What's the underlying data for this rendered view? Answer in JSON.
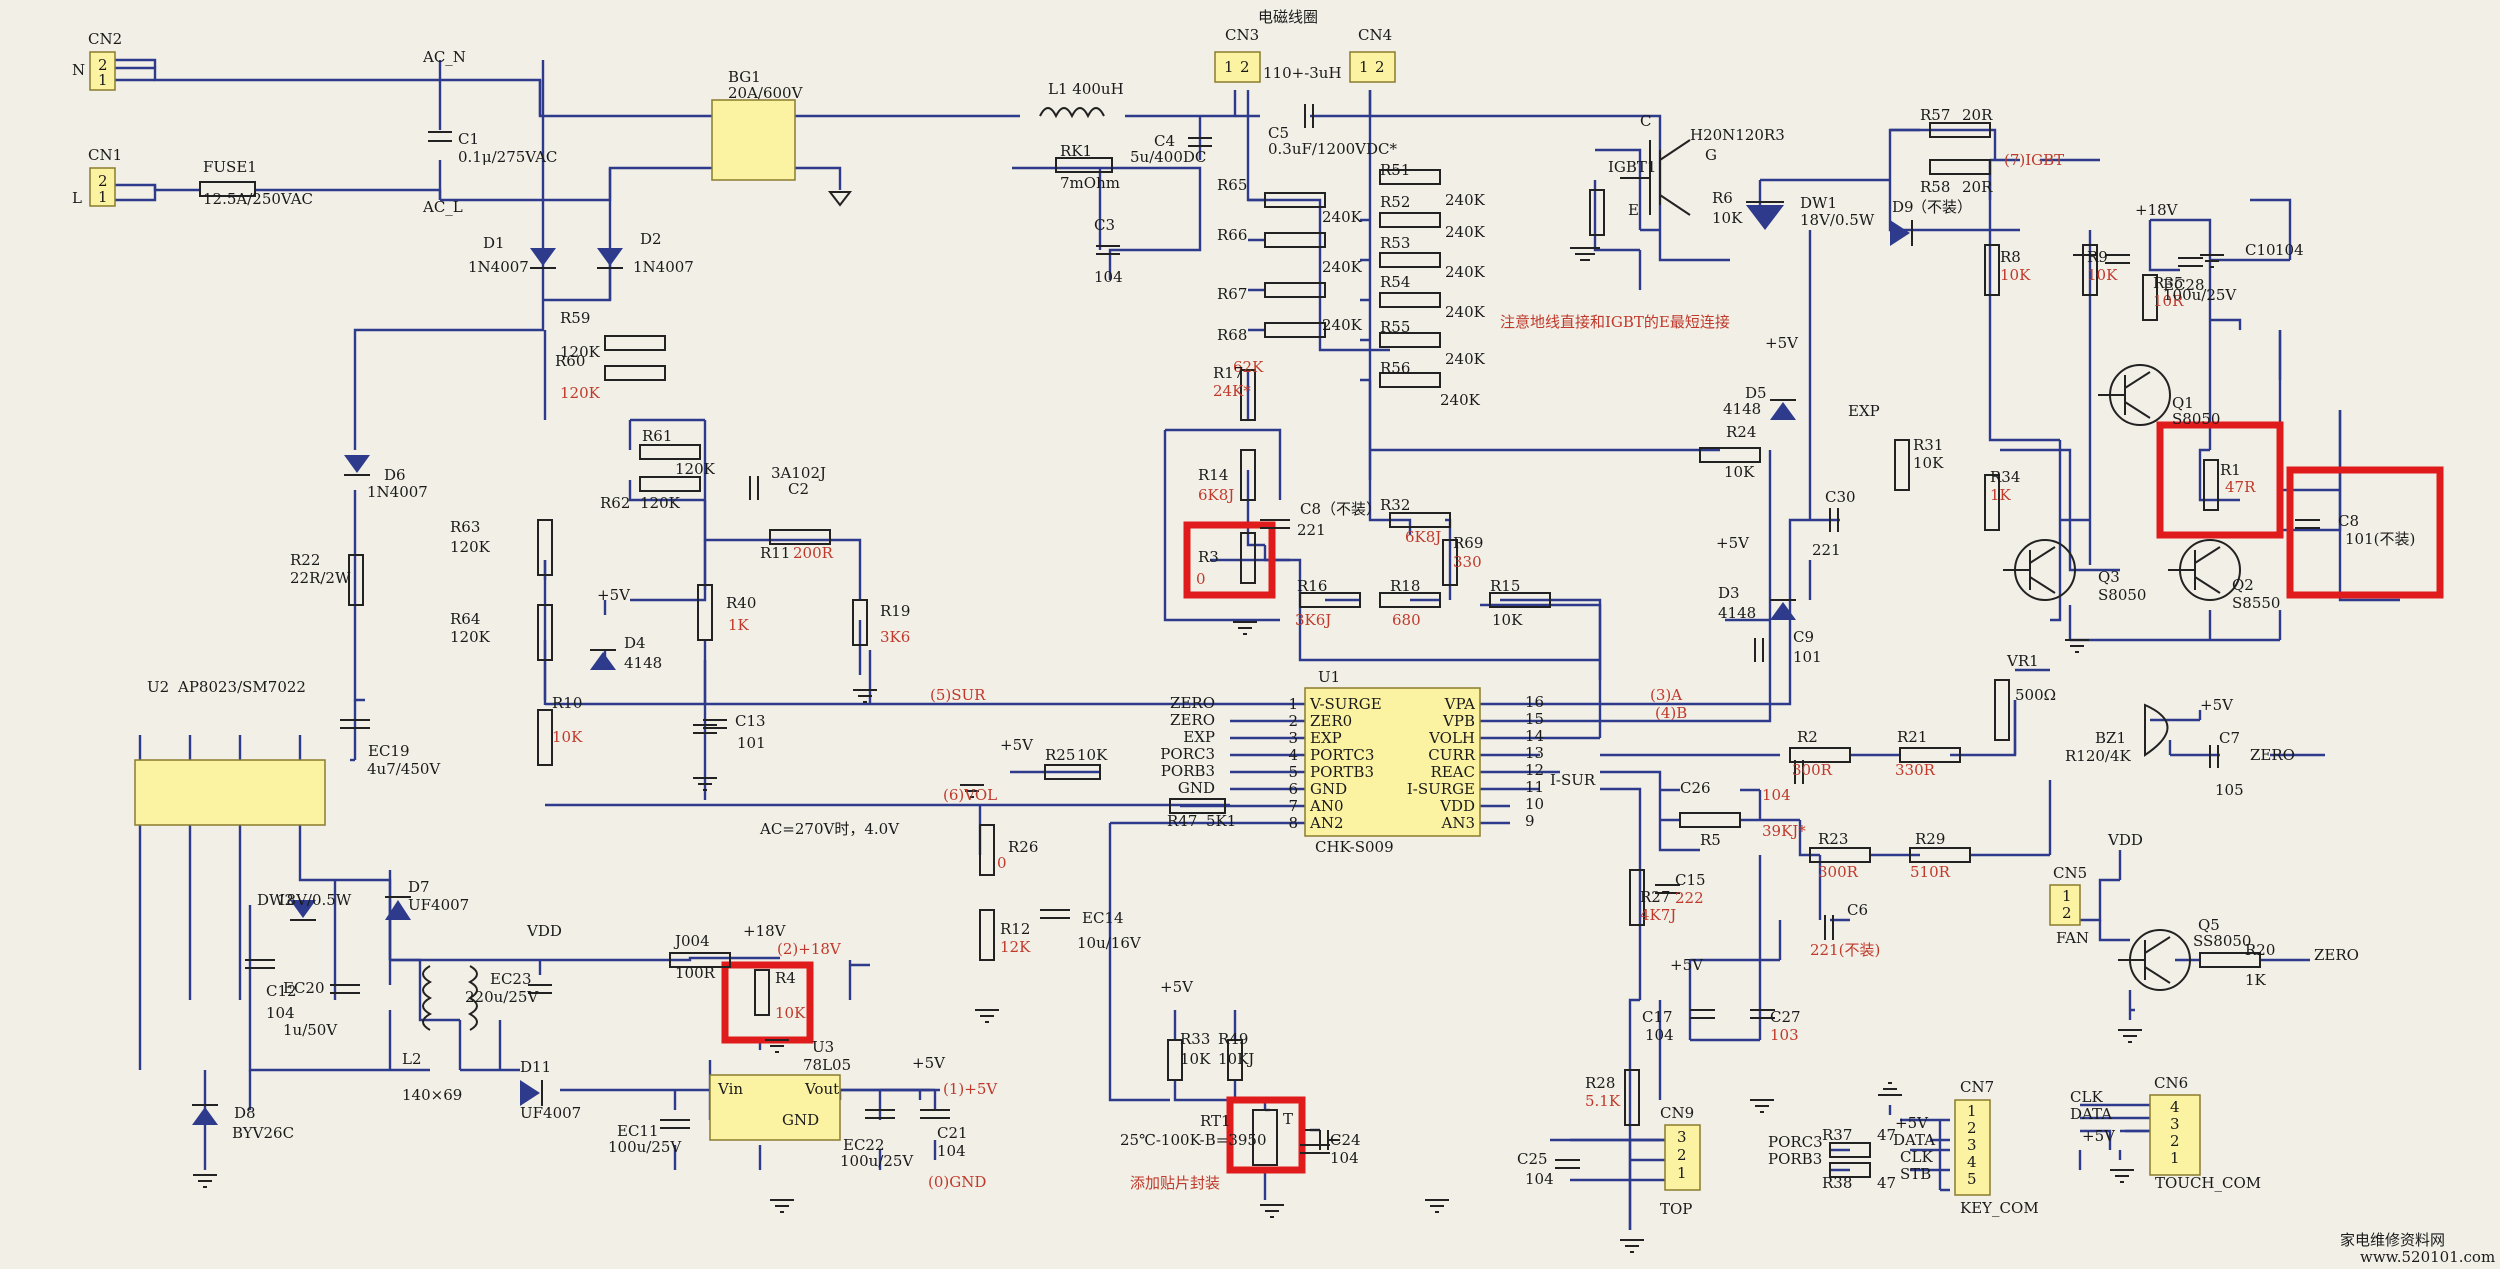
{
  "title": "电磁线圈",
  "note": "注意地线直接和IGBT的E最短连接",
  "ac_note": "AC=270V时，4.0V",
  "smd_note": "添加贴片封装",
  "watermark": {
    "cn": "家电维修资料网",
    "url": "www.520101.com"
  },
  "connectors": [
    {
      "ref": "CN2",
      "net": "N",
      "pins": [
        "2",
        "1"
      ]
    },
    {
      "ref": "CN1",
      "net": "L",
      "pins": [
        "2",
        "1"
      ]
    },
    {
      "ref": "CN3",
      "pins": [
        "1",
        "2"
      ],
      "value": "110+-3uH"
    },
    {
      "ref": "CN4",
      "pins": [
        "1",
        "2"
      ]
    },
    {
      "ref": "CN5",
      "pins": [
        "1",
        "2"
      ],
      "name": "FAN"
    },
    {
      "ref": "CN6",
      "pins": [
        "4",
        "3",
        "2",
        "1"
      ],
      "name": "TOUCH_COM",
      "signals": [
        "CLK",
        "DATA",
        "+5V"
      ]
    },
    {
      "ref": "CN7",
      "pins": [
        "1",
        "2",
        "3",
        "4",
        "5"
      ],
      "name": "KEY_COM",
      "signals": [
        "+5V",
        "DATA",
        "CLK",
        "STB"
      ]
    },
    {
      "ref": "CN9",
      "pins": [
        "3",
        "2",
        "1"
      ],
      "name": "TOP"
    }
  ],
  "chip": {
    "ref": "U1",
    "part": "CHK-S009",
    "left_pins": [
      {
        "n": "1",
        "name": "V-SURGE",
        "net": "ZERO"
      },
      {
        "n": "2",
        "name": "ZER0",
        "net": "ZERO"
      },
      {
        "n": "3",
        "name": "EXP",
        "net": "EXP"
      },
      {
        "n": "4",
        "name": "PORTC3",
        "net": "PORC3"
      },
      {
        "n": "5",
        "name": "PORTB3",
        "net": "PORB3"
      },
      {
        "n": "6",
        "name": "GND",
        "net": "GND"
      },
      {
        "n": "7",
        "name": "AN0",
        "net": ""
      },
      {
        "n": "8",
        "name": "AN2",
        "net": ""
      }
    ],
    "right_pins": [
      {
        "n": "16",
        "name": "VPA"
      },
      {
        "n": "15",
        "name": "VPB"
      },
      {
        "n": "14",
        "name": "VOLH"
      },
      {
        "n": "13",
        "name": "CURR"
      },
      {
        "n": "12",
        "name": "REAC"
      },
      {
        "n": "11",
        "name": "I-SURGE"
      },
      {
        "n": "10",
        "name": "VDD"
      },
      {
        "n": "9",
        "name": "AN3"
      }
    ]
  },
  "labels": [
    {
      "id": "ac_n",
      "text": "AC_N"
    },
    {
      "id": "ac_l",
      "text": "AC_L"
    },
    {
      "id": "fuse",
      "text": "FUSE1"
    },
    {
      "id": "fuse_v",
      "text": "12.5A/250VAC"
    },
    {
      "id": "c1",
      "text": "C1"
    },
    {
      "id": "c1v",
      "text": "0.1μ/275VAC"
    },
    {
      "id": "bg1",
      "text": "BG1"
    },
    {
      "id": "bg1v",
      "text": "20A/600V"
    },
    {
      "id": "l1",
      "text": "L1  400uH"
    },
    {
      "id": "c4",
      "text": "C4"
    },
    {
      "id": "c4v",
      "text": "5u/400DC"
    },
    {
      "id": "c5",
      "text": "C5"
    },
    {
      "id": "c5v",
      "text": "0.3uF/1200VDC*"
    },
    {
      "id": "rk1",
      "text": "RK1"
    },
    {
      "id": "rk1v",
      "text": "7mOhm"
    },
    {
      "id": "c3",
      "text": "C3"
    },
    {
      "id": "c3v",
      "text": "104"
    },
    {
      "id": "d1",
      "text": "D1"
    },
    {
      "id": "d1v",
      "text": "1N4007"
    },
    {
      "id": "d2",
      "text": "D2"
    },
    {
      "id": "d2v",
      "text": "1N4007"
    },
    {
      "id": "r59",
      "text": "R59"
    },
    {
      "id": "r59v",
      "text": "120K"
    },
    {
      "id": "r60",
      "text": "R60"
    },
    {
      "id": "r60v",
      "text": "120K"
    },
    {
      "id": "d6",
      "text": "D6"
    },
    {
      "id": "d6v",
      "text": "1N4007"
    },
    {
      "id": "r22",
      "text": "R22"
    },
    {
      "id": "r22v",
      "text": "22R/2W"
    },
    {
      "id": "r61",
      "text": "R61"
    },
    {
      "id": "r61v",
      "text": "120K"
    },
    {
      "id": "r62",
      "text": "R62"
    },
    {
      "id": "r62v",
      "text": "120K"
    },
    {
      "id": "c2",
      "text": "3A102J"
    },
    {
      "id": "c2n",
      "text": "C2"
    },
    {
      "id": "r11",
      "text": "R11"
    },
    {
      "id": "r11v",
      "text": "200R"
    },
    {
      "id": "r63",
      "text": "R63"
    },
    {
      "id": "r63v",
      "text": "120K"
    },
    {
      "id": "r64",
      "text": "R64"
    },
    {
      "id": "r64v",
      "text": "120K"
    },
    {
      "id": "r40",
      "text": "R40"
    },
    {
      "id": "r40v",
      "text": "1K"
    },
    {
      "id": "r19",
      "text": "R19"
    },
    {
      "id": "r19v",
      "text": "3K6"
    },
    {
      "id": "d4",
      "text": "D4"
    },
    {
      "id": "d4v",
      "text": "4148"
    },
    {
      "id": "p5a",
      "text": "+5V"
    },
    {
      "id": "r10",
      "text": "R10"
    },
    {
      "id": "r10v",
      "text": "10K"
    },
    {
      "id": "c13",
      "text": "C13"
    },
    {
      "id": "c13v",
      "text": "101"
    },
    {
      "id": "sur",
      "text": "(5)SUR"
    },
    {
      "id": "vol",
      "text": "(6)VOL"
    },
    {
      "id": "u2",
      "text": "U2"
    },
    {
      "id": "u2v",
      "text": "AP8023/SM7022"
    },
    {
      "id": "ec19",
      "text": "EC19"
    },
    {
      "id": "ec19v",
      "text": "4u7/450V"
    },
    {
      "id": "dw2",
      "text": "DW2"
    },
    {
      "id": "dw2v",
      "text": "18V/0.5W"
    },
    {
      "id": "c12",
      "text": "C12"
    },
    {
      "id": "c12v",
      "text": "104"
    },
    {
      "id": "ec20",
      "text": "EC20"
    },
    {
      "id": "ec20v",
      "text": "1u/50V"
    },
    {
      "id": "d7",
      "text": "D7"
    },
    {
      "id": "d7v",
      "text": "UF4007"
    },
    {
      "id": "l2",
      "text": "L2"
    },
    {
      "id": "l2v",
      "text": "140×69"
    },
    {
      "id": "d11",
      "text": "D11"
    },
    {
      "id": "d11v",
      "text": "UF4007"
    },
    {
      "id": "d8",
      "text": "D8"
    },
    {
      "id": "d8v",
      "text": "BYV26C"
    },
    {
      "id": "vdd1",
      "text": "VDD"
    },
    {
      "id": "ec23",
      "text": "EC23"
    },
    {
      "id": "ec23v",
      "text": "220u/25V"
    },
    {
      "id": "j004",
      "text": "J004"
    },
    {
      "id": "j004v",
      "text": "100R"
    },
    {
      "id": "p18a",
      "text": "+18V"
    },
    {
      "id": "p18b",
      "text": "(2)+18V"
    },
    {
      "id": "r4",
      "text": "R4"
    },
    {
      "id": "r4v",
      "text": "10K"
    },
    {
      "id": "u3",
      "text": "U3"
    },
    {
      "id": "u3v",
      "text": "78L05"
    },
    {
      "id": "vin",
      "text": "Vin"
    },
    {
      "id": "vout",
      "text": "Vout"
    },
    {
      "id": "gnd",
      "text": "GND"
    },
    {
      "id": "ec11",
      "text": "EC11"
    },
    {
      "id": "ec11v",
      "text": "100u/25V"
    },
    {
      "id": "ec22",
      "text": "EC22"
    },
    {
      "id": "ec22v",
      "text": "100u/25V"
    },
    {
      "id": "c21",
      "text": "C21"
    },
    {
      "id": "c21v",
      "text": "104"
    },
    {
      "id": "p5b",
      "text": "+5V"
    },
    {
      "id": "p5c",
      "text": "(1)+5V"
    },
    {
      "id": "gnd0",
      "text": "(0)GND"
    },
    {
      "id": "r26",
      "text": "R26"
    },
    {
      "id": "r26v",
      "text": "0"
    },
    {
      "id": "r12",
      "text": "R12"
    },
    {
      "id": "r12v",
      "text": "12K"
    },
    {
      "id": "ec14",
      "text": "EC14"
    },
    {
      "id": "ec14v",
      "text": "10u/16V"
    },
    {
      "id": "r25",
      "text": "R25"
    },
    {
      "id": "r25v",
      "text": "10K"
    },
    {
      "id": "p5d",
      "text": "+5V"
    },
    {
      "id": "r47",
      "text": "R47"
    },
    {
      "id": "r47v",
      "text": "5K1"
    },
    {
      "id": "r33",
      "text": "R33"
    },
    {
      "id": "r33v",
      "text": "10K"
    },
    {
      "id": "r49",
      "text": "R49"
    },
    {
      "id": "r49v",
      "text": "10KJ"
    },
    {
      "id": "p5e",
      "text": "+5V"
    },
    {
      "id": "rt1",
      "text": "RT1"
    },
    {
      "id": "rt1v",
      "text": "25℃-100K-B=3950"
    },
    {
      "id": "rt1t",
      "text": "T"
    },
    {
      "id": "c24",
      "text": "C24"
    },
    {
      "id": "c24v",
      "text": "104"
    },
    {
      "id": "r65",
      "text": "R65"
    },
    {
      "id": "r65v",
      "text": "240K"
    },
    {
      "id": "r66",
      "text": "R66"
    },
    {
      "id": "r66v",
      "text": "240K"
    },
    {
      "id": "r67",
      "text": "R67"
    },
    {
      "id": "r67v",
      "text": "240K"
    },
    {
      "id": "r68",
      "text": "R68"
    },
    {
      "id": "r68v",
      "text": "62K"
    },
    {
      "id": "r17",
      "text": "R17"
    },
    {
      "id": "r17v",
      "text": "24K*"
    },
    {
      "id": "r14",
      "text": "R14"
    },
    {
      "id": "r14v",
      "text": "6K8J"
    },
    {
      "id": "c8a",
      "text": "C8（不装）"
    },
    {
      "id": "c8av",
      "text": "221"
    },
    {
      "id": "r3",
      "text": "R3"
    },
    {
      "id": "r3v",
      "text": "0"
    },
    {
      "id": "r16",
      "text": "R16"
    },
    {
      "id": "r16v",
      "text": "3K6J"
    },
    {
      "id": "r18",
      "text": "R18"
    },
    {
      "id": "r18v",
      "text": "680"
    },
    {
      "id": "r51",
      "text": "R51"
    },
    {
      "id": "r51v",
      "text": "240K"
    },
    {
      "id": "r52",
      "text": "R52"
    },
    {
      "id": "r52v",
      "text": "240K"
    },
    {
      "id": "r53",
      "text": "R53"
    },
    {
      "id": "r53v",
      "text": "240K"
    },
    {
      "id": "r54",
      "text": "R54"
    },
    {
      "id": "r54v",
      "text": "240K"
    },
    {
      "id": "r55",
      "text": "R55"
    },
    {
      "id": "r55v",
      "text": "240K"
    },
    {
      "id": "r56",
      "text": "R56"
    },
    {
      "id": "r56v",
      "text": "240K"
    },
    {
      "id": "r32",
      "text": "R32"
    },
    {
      "id": "r32v",
      "text": "6K8J"
    },
    {
      "id": "r69",
      "text": "R69"
    },
    {
      "id": "r69v",
      "text": "330"
    },
    {
      "id": "r15",
      "text": "R15"
    },
    {
      "id": "r15v",
      "text": "10K"
    },
    {
      "id": "igbt",
      "text": "IGBT1"
    },
    {
      "id": "igbtv",
      "text": "H20N120R3"
    },
    {
      "id": "g",
      "text": "G"
    },
    {
      "id": "c",
      "text": "C"
    },
    {
      "id": "e",
      "text": "E"
    },
    {
      "id": "r6",
      "text": "R6"
    },
    {
      "id": "r6v",
      "text": "10K"
    },
    {
      "id": "dw1",
      "text": "DW1"
    },
    {
      "id": "dw1v",
      "text": "18V/0.5W"
    },
    {
      "id": "r57",
      "text": "R57"
    },
    {
      "id": "r57v",
      "text": "20R"
    },
    {
      "id": "r58",
      "text": "R58"
    },
    {
      "id": "r58v",
      "text": "20R"
    },
    {
      "id": "igbtn",
      "text": "(7)IGBT"
    },
    {
      "id": "d9",
      "text": "D9"
    },
    {
      "id": "d9v",
      "text": "（不装）"
    },
    {
      "id": "p18c",
      "text": "+18V"
    },
    {
      "id": "r8",
      "text": "R8"
    },
    {
      "id": "r8v",
      "text": "10K"
    },
    {
      "id": "r9",
      "text": "R9"
    },
    {
      "id": "r9v",
      "text": "10K"
    },
    {
      "id": "r35",
      "text": "R35"
    },
    {
      "id": "r35v",
      "text": "10R"
    },
    {
      "id": "ec28",
      "text": "EC28"
    },
    {
      "id": "ec28v",
      "text": "100u/25V"
    },
    {
      "id": "c10",
      "text": "C10"
    },
    {
      "id": "c10v",
      "text": "104"
    },
    {
      "id": "q1",
      "text": "Q1"
    },
    {
      "id": "q1v",
      "text": "S8050"
    },
    {
      "id": "r1",
      "text": "R1"
    },
    {
      "id": "r1v",
      "text": "47R"
    },
    {
      "id": "c8b",
      "text": "C8"
    },
    {
      "id": "c8bv",
      "text": "101(不装)"
    },
    {
      "id": "q2",
      "text": "Q2"
    },
    {
      "id": "q2v",
      "text": "S8550"
    },
    {
      "id": "q3",
      "text": "Q3"
    },
    {
      "id": "q3v",
      "text": "S8050"
    },
    {
      "id": "r34",
      "text": "R34"
    },
    {
      "id": "r34v",
      "text": "1K"
    },
    {
      "id": "d5",
      "text": "D5"
    },
    {
      "id": "d5v",
      "text": "4148"
    },
    {
      "id": "p5f",
      "text": "+5V"
    },
    {
      "id": "exp",
      "text": "EXP"
    },
    {
      "id": "r31",
      "text": "R31"
    },
    {
      "id": "r31v",
      "text": "10K"
    },
    {
      "id": "r24",
      "text": "R24"
    },
    {
      "id": "r24v",
      "text": "10K"
    },
    {
      "id": "c30",
      "text": "C30"
    },
    {
      "id": "c30v",
      "text": "221"
    },
    {
      "id": "d3",
      "text": "D3"
    },
    {
      "id": "d3v",
      "text": "4148"
    },
    {
      "id": "p5g",
      "text": "+5V"
    },
    {
      "id": "c9",
      "text": "C9"
    },
    {
      "id": "c9v",
      "text": "101"
    },
    {
      "id": "vr1",
      "text": "VR1"
    },
    {
      "id": "vr1v",
      "text": "500Ω"
    },
    {
      "id": "na",
      "text": "(3)A"
    },
    {
      "id": "nb",
      "text": "(4)B"
    },
    {
      "id": "r2",
      "text": "R2"
    },
    {
      "id": "r2v",
      "text": "300R"
    },
    {
      "id": "r21",
      "text": "R21"
    },
    {
      "id": "r21v",
      "text": "330R"
    },
    {
      "id": "isur",
      "text": "I-SUR"
    },
    {
      "id": "c26",
      "text": "C26"
    },
    {
      "id": "c26v",
      "text": "104"
    },
    {
      "id": "r5",
      "text": "R5"
    },
    {
      "id": "r5v",
      "text": "39KJ*"
    },
    {
      "id": "r23",
      "text": "R23"
    },
    {
      "id": "r23v",
      "text": "300R"
    },
    {
      "id": "r29",
      "text": "R29"
    },
    {
      "id": "r29v",
      "text": "510R"
    },
    {
      "id": "r27",
      "text": "R27"
    },
    {
      "id": "r27v",
      "text": "4K7J"
    },
    {
      "id": "c15",
      "text": "C15"
    },
    {
      "id": "c15v",
      "text": "222"
    },
    {
      "id": "c6",
      "text": "C6"
    },
    {
      "id": "c6v",
      "text": "221(不装)"
    },
    {
      "id": "c17",
      "text": "C17"
    },
    {
      "id": "c17v",
      "text": "104"
    },
    {
      "id": "c27",
      "text": "C27"
    },
    {
      "id": "c27v",
      "text": "103"
    },
    {
      "id": "p5h",
      "text": "+5V"
    },
    {
      "id": "r28",
      "text": "R28"
    },
    {
      "id": "r28v",
      "text": "5.1K"
    },
    {
      "id": "c25",
      "text": "C25"
    },
    {
      "id": "c25v",
      "text": "104"
    },
    {
      "id": "bz1",
      "text": "BZ1"
    },
    {
      "id": "bz1v",
      "text": "R120/4K"
    },
    {
      "id": "p5i",
      "text": "+5V"
    },
    {
      "id": "c7",
      "text": "C7"
    },
    {
      "id": "c7v",
      "text": "105"
    },
    {
      "id": "zero1",
      "text": "ZERO"
    },
    {
      "id": "vdd2",
      "text": "VDD"
    },
    {
      "id": "q5",
      "text": "Q5"
    },
    {
      "id": "q5v",
      "text": "SS8050"
    },
    {
      "id": "r20",
      "text": "R20"
    },
    {
      "id": "r20v",
      "text": "1K"
    },
    {
      "id": "zero2",
      "text": "ZERO"
    },
    {
      "id": "r37",
      "text": "R37"
    },
    {
      "id": "r37v",
      "text": "47"
    },
    {
      "id": "r38",
      "text": "R38"
    },
    {
      "id": "r38v",
      "text": "47"
    },
    {
      "id": "porc3",
      "text": "PORC3"
    },
    {
      "id": "porb3",
      "text": "PORB3"
    },
    {
      "id": "clk6",
      "text": "CLK"
    },
    {
      "id": "data6",
      "text": "DATA"
    },
    {
      "id": "p5j",
      "text": "+5V"
    }
  ]
}
